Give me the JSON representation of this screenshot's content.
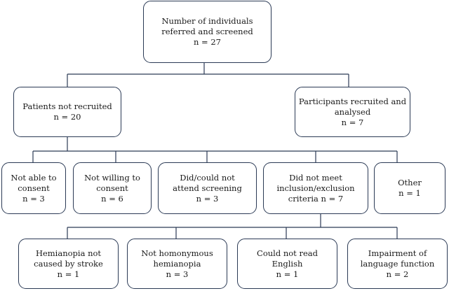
{
  "top": {
    "line1": "Number of individuals",
    "line2": "referred and screened",
    "line3": "n = 27"
  },
  "not_recruited": {
    "line1": "Patients not recruited",
    "line2": "n = 20"
  },
  "recruited": {
    "line1": "Participants recruited and",
    "line2": "analysed",
    "line3": "n = 7"
  },
  "reasons": [
    {
      "line1": "Not able to",
      "line2": "consent",
      "line3": "n = 3"
    },
    {
      "line1": "Not willing to",
      "line2": "consent",
      "line3": "n = 6"
    },
    {
      "line1": "Did/could not",
      "line2": "attend screening",
      "line3": "n = 3"
    },
    {
      "line1": "Did not meet",
      "line2": "inclusion/exclusion",
      "line3": "criteria n = 7"
    },
    {
      "line1": "Other",
      "line2": "n = 1"
    }
  ],
  "criteria": [
    {
      "line1": "Hemianopia not",
      "line2": "caused by stroke",
      "line3": "n = 1"
    },
    {
      "line1": "Not homonymous",
      "line2": "hemianopia",
      "line3": "n = 3"
    },
    {
      "line1": "Could not read",
      "line2": "English",
      "line3": "n = 1"
    },
    {
      "line1": "Impairment of",
      "line2": "language function",
      "line3": "n = 2"
    }
  ],
  "colors": {
    "box_border": "#2b3a55",
    "connector": "#2b3a55"
  }
}
